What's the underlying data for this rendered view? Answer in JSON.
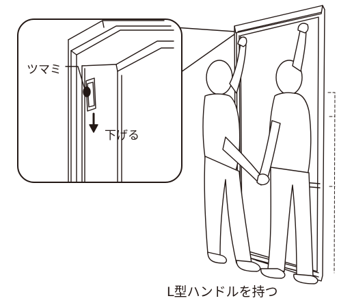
{
  "labels": {
    "knob": "ツマミ",
    "lower": "下げる",
    "caption": "L型ハンドルを持つ"
  },
  "colors": {
    "line": "#231815",
    "background": "#ffffff",
    "knob_fill": "#231815"
  },
  "icons": [
    "down-arrow-icon",
    "knob-icon"
  ]
}
